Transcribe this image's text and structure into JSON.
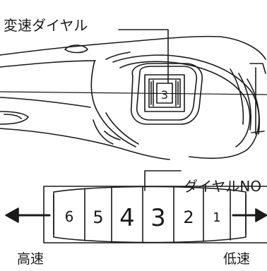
{
  "labels": {
    "speed_dial_callout": "変速ダイヤル",
    "dial_number_callout": "ダイヤルNO",
    "high_speed": "高速",
    "low_speed": "低速"
  },
  "dial_window_value": "3",
  "dial_numbers": [
    "6",
    "5",
    "4",
    "3",
    "2",
    "1"
  ],
  "colors": {
    "line": "#1a1a1a",
    "background": "#ffffff"
  }
}
